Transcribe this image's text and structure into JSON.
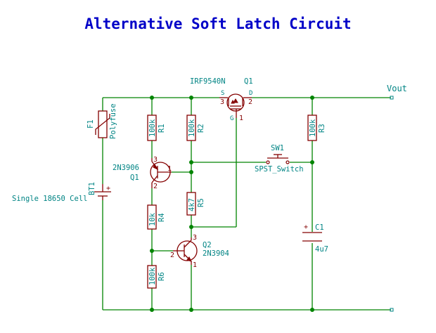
{
  "title": "Alternative Soft Latch Circuit",
  "net_label": "Vout",
  "components": {
    "q1_mosfet": {
      "ref": "Q1",
      "value": "IRF9540N",
      "pin_s": "S",
      "pin_d": "D",
      "pin_g": "G",
      "pin1": "1",
      "pin2": "2",
      "pin3": "3"
    },
    "f1": {
      "ref": "F1",
      "value": "Polyfuse"
    },
    "bt1": {
      "ref": "BT1",
      "value": "Single 18650 Cell",
      "plus": "+"
    },
    "r1": {
      "ref": "R1",
      "value": "100k"
    },
    "r2": {
      "ref": "R2",
      "value": "100k"
    },
    "r3": {
      "ref": "R3",
      "value": "100k"
    },
    "r4": {
      "ref": "R4",
      "value": "10k"
    },
    "r5": {
      "ref": "R5",
      "value": "4k7"
    },
    "r6": {
      "ref": "R6",
      "value": "100k"
    },
    "q_pnp": {
      "ref": "Q1",
      "value": "2N3906",
      "pin1": "1",
      "pin2": "2",
      "pin3": "3"
    },
    "q2": {
      "ref": "Q2",
      "value": "2N3904",
      "pin1": "1",
      "pin2": "2",
      "pin3": "3"
    },
    "sw1": {
      "ref": "SW1",
      "value": "SPST_Switch"
    },
    "c1": {
      "ref": "C1",
      "value": "4u7",
      "plus": "+"
    }
  }
}
